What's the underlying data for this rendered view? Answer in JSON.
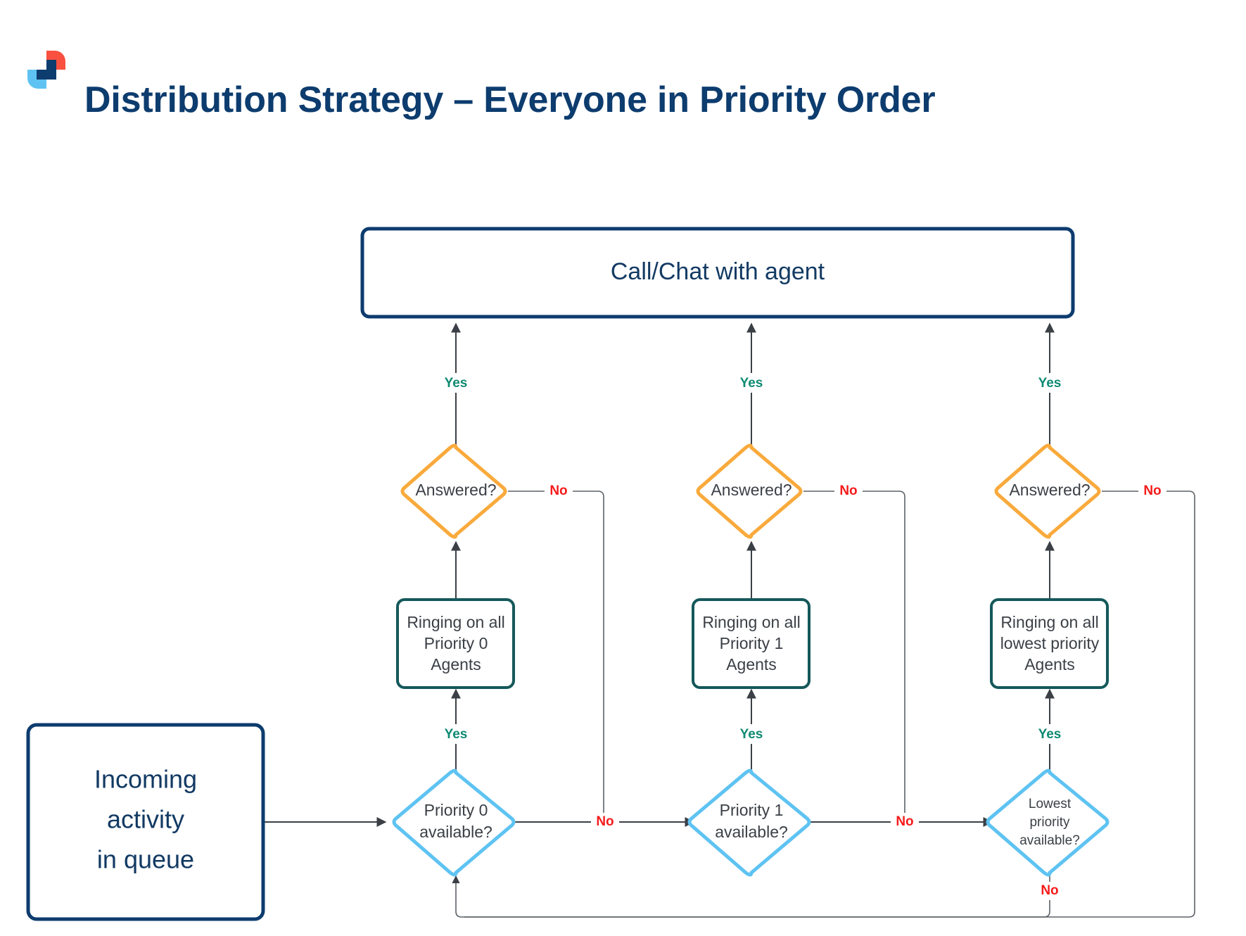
{
  "header": {
    "title": "Distribution Strategy – Everyone in Priority Order",
    "logo_name": "brand-logo",
    "logo_colors": {
      "coral": "#f9503f",
      "light_blue": "#5ec3f2",
      "navy": "#0d3c6e"
    }
  },
  "palette": {
    "title_navy": "#0d3c6e",
    "terminal_border": "#0d3c6e",
    "process_border": "#15585a",
    "decision_blue": "#5ec3f2",
    "decision_orange": "#f9aa3c",
    "yes_green": "#0f8a72",
    "no_red": "#f51b1b",
    "line_gray": "#3b4046",
    "node_text": "#3b4046"
  },
  "diagram": {
    "type": "flowchart",
    "nodes": {
      "terminal_top": {
        "label": "Call/Chat with agent",
        "shape": "rounded-rect"
      },
      "start": {
        "label": "Incoming\nactivity\nin queue",
        "line1": "Incoming",
        "line2": "activity",
        "line3": "in queue",
        "shape": "rounded-rect"
      },
      "decision_p0": {
        "line1": "Priority 0",
        "line2": "available?",
        "shape": "diamond",
        "color": "decision_blue"
      },
      "decision_p1": {
        "line1": "Priority 1",
        "line2": "available?",
        "shape": "diamond",
        "color": "decision_blue"
      },
      "decision_lowest": {
        "line1": "Lowest",
        "line2": "priority",
        "line3": "available?",
        "shape": "diamond",
        "color": "decision_blue"
      },
      "process_p0": {
        "line1": "Ringing on all",
        "line2": "Priority 0",
        "line3": "Agents",
        "shape": "rounded-rect"
      },
      "process_p1": {
        "line1": "Ringing on all",
        "line2": "Priority 1",
        "line3": "Agents",
        "shape": "rounded-rect"
      },
      "process_lowest": {
        "line1": "Ringing on all",
        "line2": "lowest priority",
        "line3": "Agents",
        "shape": "rounded-rect"
      },
      "answered_0": {
        "label": "Answered?",
        "shape": "diamond",
        "color": "decision_orange"
      },
      "answered_1": {
        "label": "Answered?",
        "shape": "diamond",
        "color": "decision_orange"
      },
      "answered_2": {
        "label": "Answered?",
        "shape": "diamond",
        "color": "decision_orange"
      }
    },
    "edge_labels": {
      "yes_answered_0": "Yes",
      "yes_answered_1": "Yes",
      "yes_answered_2": "Yes",
      "no_answered_0": "No",
      "no_answered_1": "No",
      "no_answered_2": "No",
      "yes_p0": "Yes",
      "yes_p1": "Yes",
      "yes_lowest": "Yes",
      "no_p0": "No",
      "no_p1": "No",
      "no_lowest": "No"
    }
  }
}
